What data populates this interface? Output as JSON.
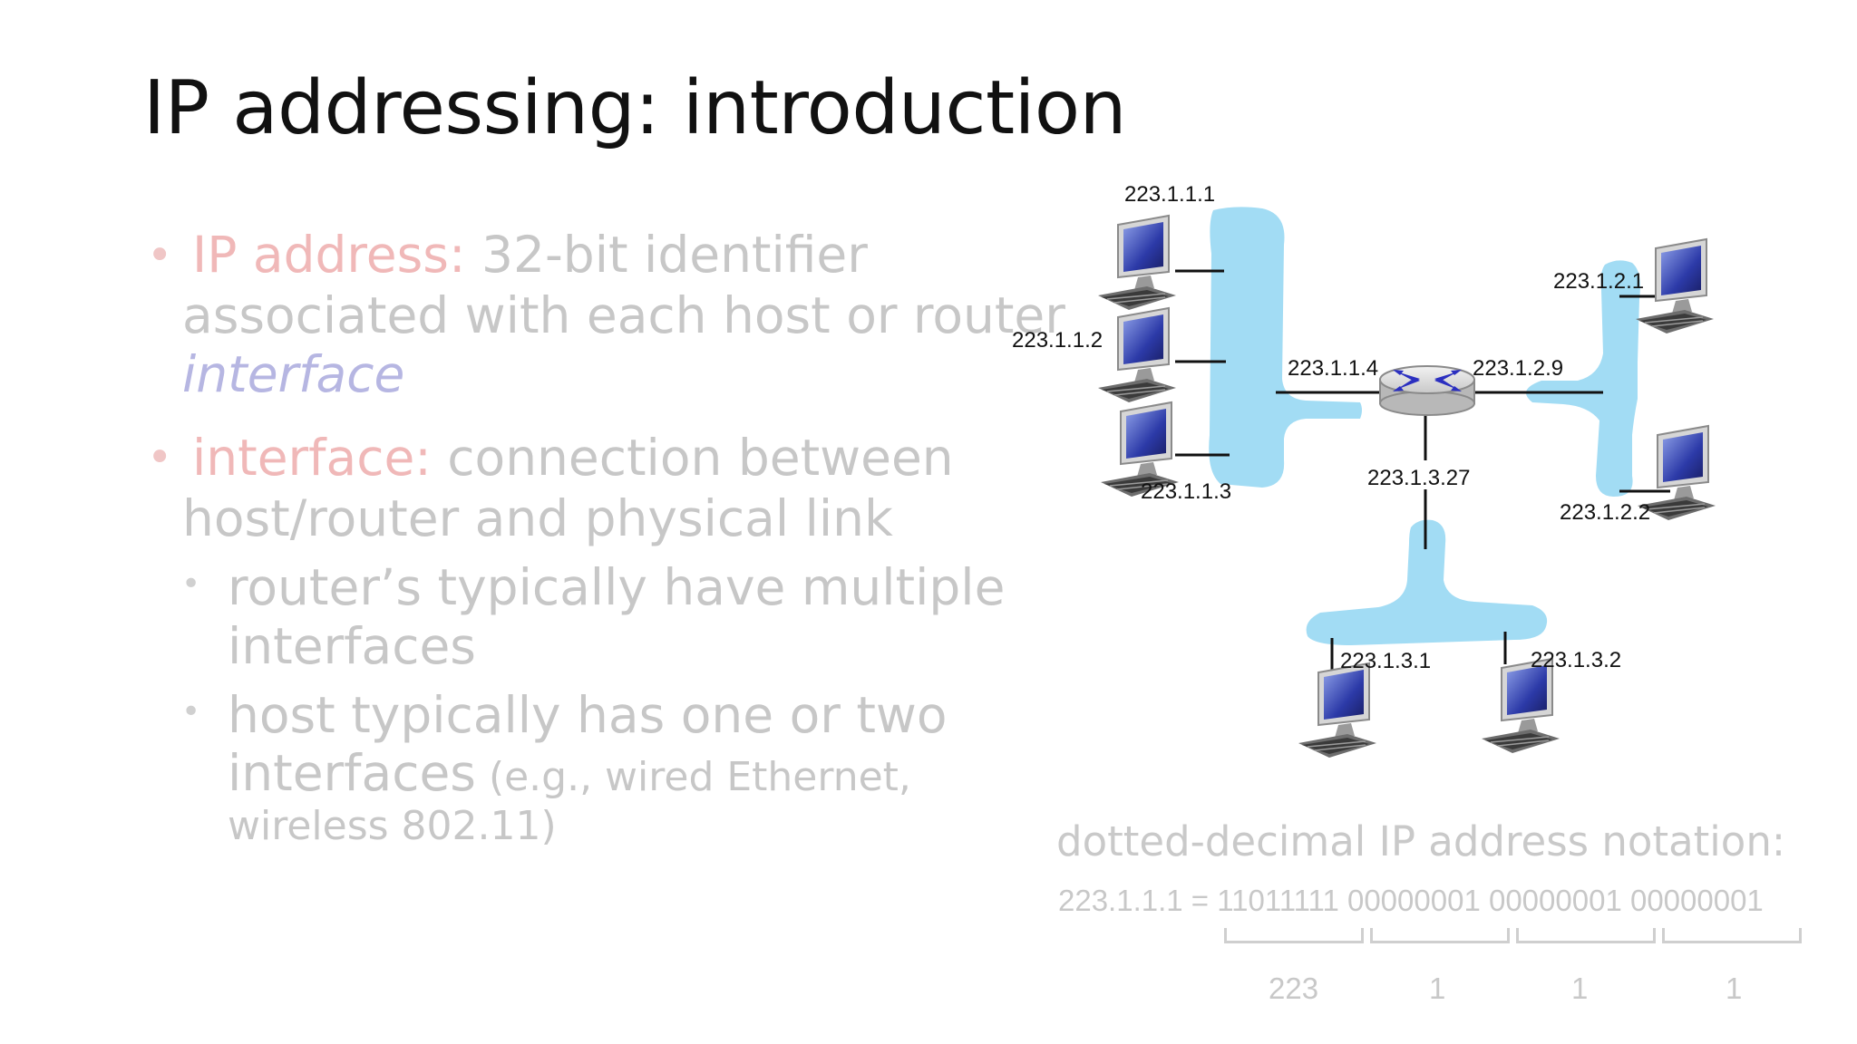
{
  "title": "IP addressing: introduction",
  "bullets": {
    "b1_term": "IP address:",
    "b1_rest": " 32-bit identifier",
    "b1_line2": "associated with each host or router",
    "b1_line3": "interface",
    "b2_term": "interface:",
    "b2_rest": " connection between",
    "b2_line2": "host/router and physical link",
    "s1_line1": "router’s typically have multiple",
    "s1_line2": "interfaces",
    "s2_line1": "host typically has one or two",
    "s2_line2a": "interfaces",
    "s2_line2b": " (e.g., wired Ethernet,",
    "s2_line3": "wireless 802.11)"
  },
  "network": {
    "labels": {
      "h111": "223.1.1.1",
      "h112": "223.1.1.2",
      "h113": "223.1.1.3",
      "r114": "223.1.1.4",
      "r129": "223.1.2.9",
      "r1327": "223.1.3.27",
      "h121": "223.1.2.1",
      "h122": "223.1.2.2",
      "h131": "223.1.3.1",
      "h132": "223.1.3.2"
    },
    "colors": {
      "subnet": "#a2dcf4",
      "router": "#2b2fc0"
    }
  },
  "notation": {
    "heading": "dotted-decimal IP address notation:",
    "binary": "223.1.1.1 = 11011111 00000001 00000001 00000001",
    "decimals": [
      "223",
      "1",
      "1",
      "1"
    ]
  }
}
